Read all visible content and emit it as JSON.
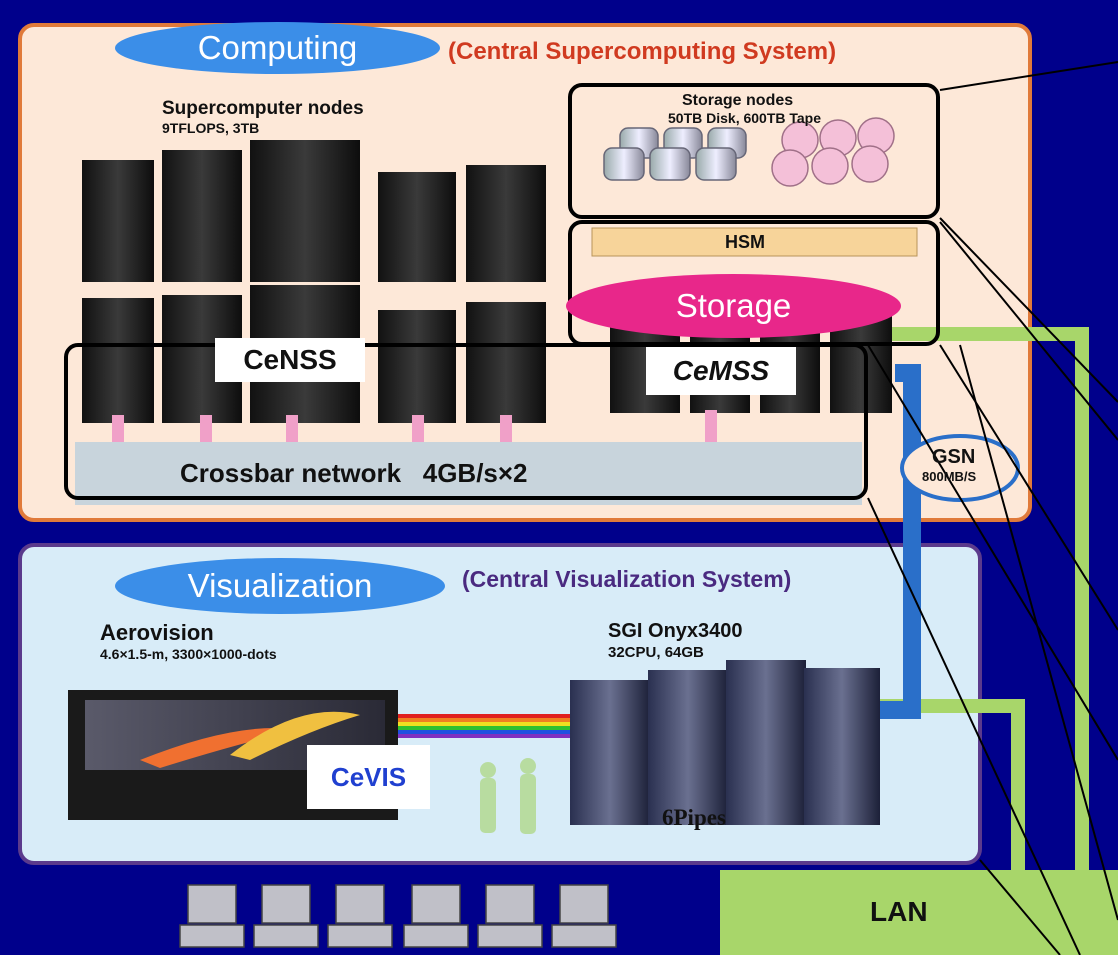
{
  "computing": {
    "tag": "Computing",
    "system_title": "(Central Supercomputing System)",
    "supercomputer": {
      "title": "Supercomputer nodes",
      "spec": "9TFLOPS, 3TB"
    },
    "storage_nodes": {
      "title": "Storage nodes",
      "spec": "50TB Disk, 600TB Tape"
    },
    "hsm": "HSM",
    "crossbar": "Crossbar network   4GB/s×2",
    "censs_logo": "CeNSS",
    "cemss_logo": "CeMSS"
  },
  "storage_tag": "Storage",
  "gsn": {
    "label": "GSN",
    "speed": "800MB/S"
  },
  "visualization": {
    "tag": "Visualization",
    "system_title": "(Central Visualization System)",
    "aerovision": {
      "title": "Aerovision",
      "spec": "4.6×1.5-m, 3300×1000-dots"
    },
    "sgi": {
      "title": "SGI Onyx3400",
      "spec": "32CPU, 64GB"
    },
    "cevis_logo": "CeVIS",
    "pipes": "6Pipes"
  },
  "lan": "LAN",
  "colors": {
    "background": "#00008b",
    "computing_panel": "#fde8d8",
    "computing_border": "#e07a3a",
    "visualization_panel": "#d8ecf8",
    "visualization_border": "#5b3a8c",
    "tag_blue": "#3b8ee8",
    "tag_pink": "#e8278a",
    "green_link": "#a8d66a",
    "blue_link": "#2a6fc9"
  }
}
